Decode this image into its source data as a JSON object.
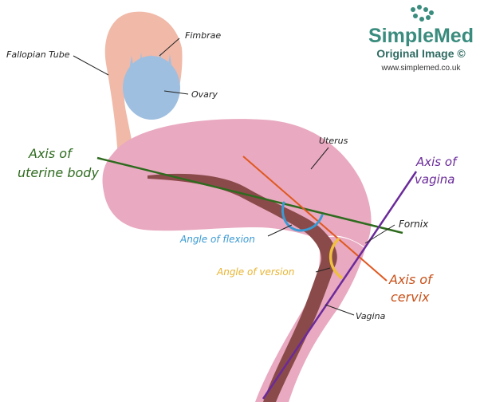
{
  "branding": {
    "name": "SimpleMed",
    "tagline": "Original Image ©",
    "url": "www.simplemed.co.uk",
    "name_color": "#3a8c7e"
  },
  "labels": {
    "fallopian_tube": "Fallopian Tube",
    "fimbrae": "Fimbrae",
    "ovary": "Ovary",
    "uterus": "Uterus",
    "axis_uterine_line1": "Axis of",
    "axis_uterine_line2": "uterine body",
    "axis_vagina_line1": "Axis of",
    "axis_vagina_line2": "vagina",
    "fornix": "Fornix",
    "angle_flexion": "Angle of flexion",
    "angle_version": "Angle of version",
    "axis_cervix_line1": "Axis of",
    "axis_cervix_line2": "cervix",
    "vagina": "Vagina"
  },
  "colors": {
    "uterus_fill": "#e9a9c0",
    "tube_fill": "#f0b9a8",
    "ovary_fill": "#9fbfe0",
    "cavity": "#8a4a4a",
    "axis_uterine": "#2e6b1e",
    "axis_vagina": "#6a2a9a",
    "axis_cervix": "#e0581f",
    "angle_flexion": "#3a9ad4",
    "angle_version": "#f0c040"
  }
}
